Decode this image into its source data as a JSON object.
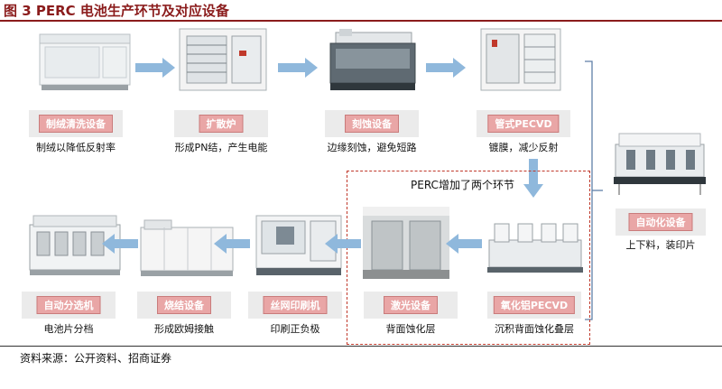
{
  "title": "图 3   PERC 电池生产环节及对应设备",
  "source": "资料来源：公开资料、招商证券",
  "perc_note": "PERC增加了两个环节",
  "top_row": [
    {
      "label": "制绒清洗设备",
      "desc": "制绒以降低反射率"
    },
    {
      "label": "扩散炉",
      "desc": "形成PN结，产生电能"
    },
    {
      "label": "刻蚀设备",
      "desc": "边缘刻蚀，避免短路"
    },
    {
      "label": "管式PECVD",
      "desc": "镀膜，减少反射"
    }
  ],
  "right_item": {
    "label": "自动化设备",
    "desc": "上下料，装印片"
  },
  "bottom_row": [
    {
      "label": "自动分选机",
      "desc": "电池片分档"
    },
    {
      "label": "烧结设备",
      "desc": "形成欧姆接触"
    },
    {
      "label": "丝网印刷机",
      "desc": "印刷正负极"
    },
    {
      "label": "激光设备",
      "desc": "背面蚀化层"
    },
    {
      "label": "氧化铝PECVD",
      "desc": "沉积背面蚀化叠层"
    }
  ],
  "colors": {
    "title": "#8b1c1c",
    "tag_fill": "#e9a6a6",
    "arrow": "#8fb8dc",
    "dashed_border": "#c0392b",
    "bracket": "#5f7fa8"
  }
}
